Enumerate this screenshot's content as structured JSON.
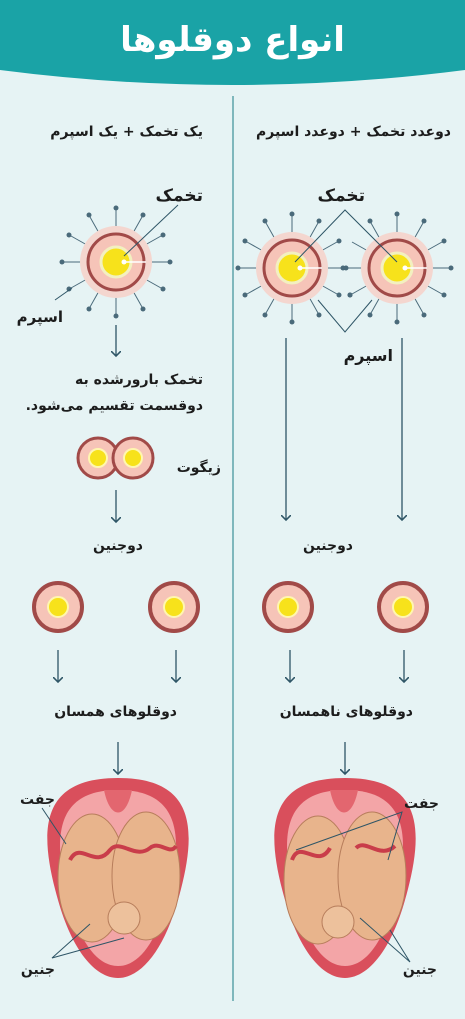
{
  "header": {
    "title": "انواع دوقلوها"
  },
  "right_column": {
    "heading": "دوعدد تخمک + دوعدد اسپرم",
    "egg_label": "تخمک",
    "sperm_label": "اسپرم",
    "two_embryos": "دوجنین",
    "twins_label": "دوقلوهای ناهمسان",
    "placenta_label": "جفت",
    "fetus_label": "جنین"
  },
  "left_column": {
    "heading": "یک تخمک + یک اسپرم",
    "egg_label": "تخمک",
    "sperm_label": "اسپرم",
    "fertilized_line1": "تخمک بارورشده به",
    "fertilized_line2": "دوقسمت تقسیم می‌شود.",
    "zygote_label": "زیگوت",
    "two_embryos": "دوجنین",
    "twins_label": "دوقلوهای همسان",
    "placenta_label": "جفت",
    "fetus_label": "جنین"
  },
  "colors": {
    "teal": "#1aa3a6",
    "background": "#e6f3f4",
    "cell_ring": "#a14a48",
    "cell_inner": "#f6c4b8",
    "yolk": "#f7e21b",
    "arrow": "#2e5566",
    "uterus": "#d94f5c",
    "fetus": "#e8b48c"
  }
}
